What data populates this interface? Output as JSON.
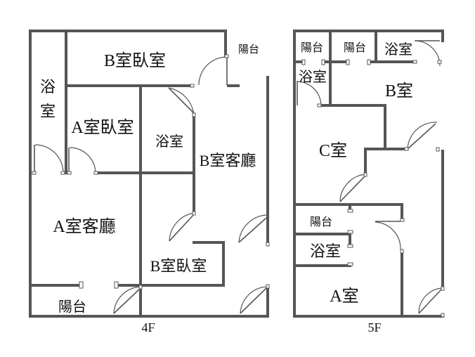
{
  "floor_4f": {
    "caption": "4F",
    "rooms": {
      "b_bedroom": "B室臥室",
      "balcony_top": "陽台",
      "bath_left_1": "浴",
      "bath_left_2": "室",
      "a_bedroom": "A室臥室",
      "bath_mid": "浴室",
      "b_living": "B室客廳",
      "a_living": "A室客廳",
      "b_bedroom_2": "B室臥室",
      "balcony_bottom": "陽台"
    }
  },
  "floor_5f": {
    "caption": "5F",
    "rooms": {
      "balcony_1": "陽台",
      "balcony_2": "陽台",
      "bath_top": "浴室",
      "bath_left": "浴室",
      "room_b": "B室",
      "room_c": "C室",
      "balcony_3": "陽台",
      "bath_lower": "浴室",
      "room_a": "A室"
    }
  }
}
